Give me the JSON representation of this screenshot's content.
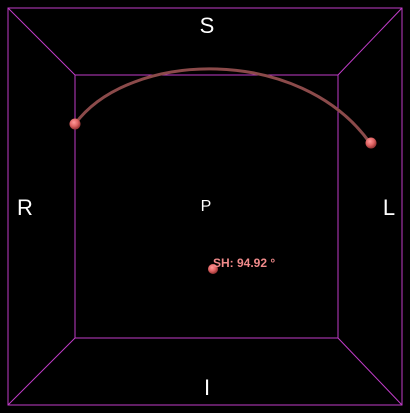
{
  "orientation": {
    "superior": "S",
    "inferior": "I",
    "right": "R",
    "left": "L",
    "posterior": "P"
  },
  "measurement": {
    "label": "SH: 94.92 °"
  },
  "colors": {
    "background": "#000000",
    "frame": "#c03cc8",
    "curve": "#8b4a4a",
    "marker": "#e06464",
    "label": "#ffffff",
    "measurement_text": "#f08a8a"
  }
}
